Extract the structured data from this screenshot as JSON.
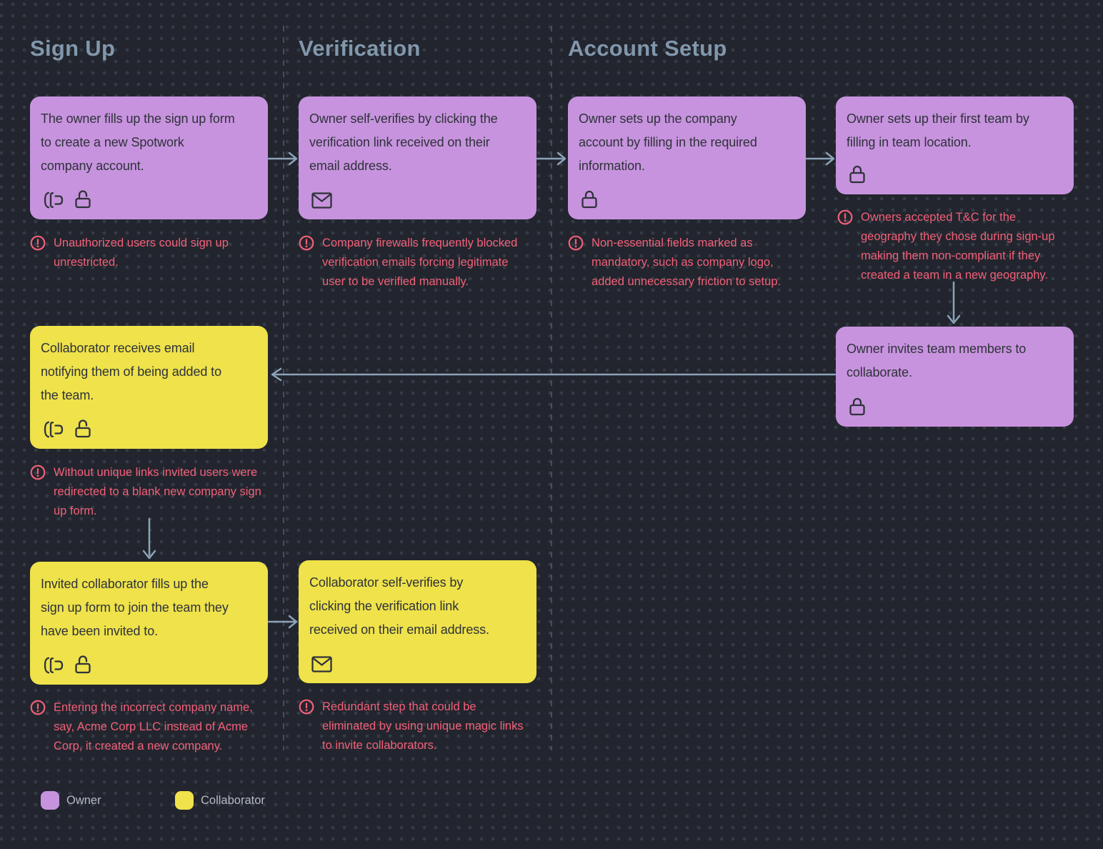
{
  "board": {
    "columns": [
      {
        "title": "Sign Up"
      },
      {
        "title": "Verification"
      },
      {
        "title": "Account Setup"
      }
    ]
  },
  "cards": [
    {
      "actor": "owner",
      "text": "The owner fills up the sign up form\nto create a new Spotwork\ncompany account.",
      "icons": [
        "text-input-icon",
        "lock-open-icon"
      ],
      "warning": "Unauthorized users could sign up\nunrestricted."
    },
    {
      "actor": "owner",
      "text": "Owner self-verifies by clicking the\nverification link received on their\nemail address.",
      "icons": [
        "envelope-icon"
      ],
      "warning": "Company firewalls frequently blocked\nverification emails forcing legitimate\nuser to be verified manually."
    },
    {
      "actor": "owner",
      "text": "Owner sets up the company\naccount by filling in the required\ninformation.",
      "icons": [
        "lock-closed-icon"
      ],
      "warning": "Non-essential fields marked as\nmandatory, such as company logo,\nadded unnecessary friction to setup."
    },
    {
      "actor": "owner",
      "text": "Owner sets up their first team by\nfilling in team location.",
      "icons": [
        "lock-closed-icon"
      ],
      "warning": "Owners accepted T&C for the\ngeography they chose during sign-up\nmaking them non-compliant if they\ncreated a team in a new geography."
    },
    {
      "actor": "owner",
      "text": "Owner invites team members to\ncollaborate.",
      "icons": [
        "lock-closed-icon"
      ]
    },
    {
      "actor": "collaborator",
      "text": "Collaborator receives email\nnotifying them of being added to\nthe team.",
      "icons": [
        "text-input-icon",
        "lock-open-icon"
      ],
      "warning": "Without unique links invited users were\nredirected to a blank new company sign\nup form."
    },
    {
      "actor": "collaborator",
      "text": "Invited collaborator fills up the\nsign up form to join the team they\nhave been invited to.",
      "icons": [
        "text-input-icon",
        "lock-open-icon"
      ],
      "warning": "Entering the incorrect company name,\nsay, Acme Corp LLC instead of Acme\nCorp, it created a new company."
    },
    {
      "actor": "collaborator",
      "text": "Collaborator self-verifies by\nclicking the verification link\nreceived on their email address.",
      "icons": [
        "envelope-icon"
      ],
      "warning": "Redundant step that could be\neliminated by using unique magic links\nto invite collaborators."
    }
  ],
  "legend": {
    "items": [
      {
        "label": "Owner",
        "color": "#c793de"
      },
      {
        "label": "Collaborator",
        "color": "#efe24a"
      }
    ]
  },
  "colors": {
    "background": "#22252d",
    "owner_card": "#c793de",
    "collaborator_card": "#efe24a",
    "warning_text": "#f2607a",
    "arrow": "#8ca3b8",
    "column_title": "#8197ac"
  }
}
